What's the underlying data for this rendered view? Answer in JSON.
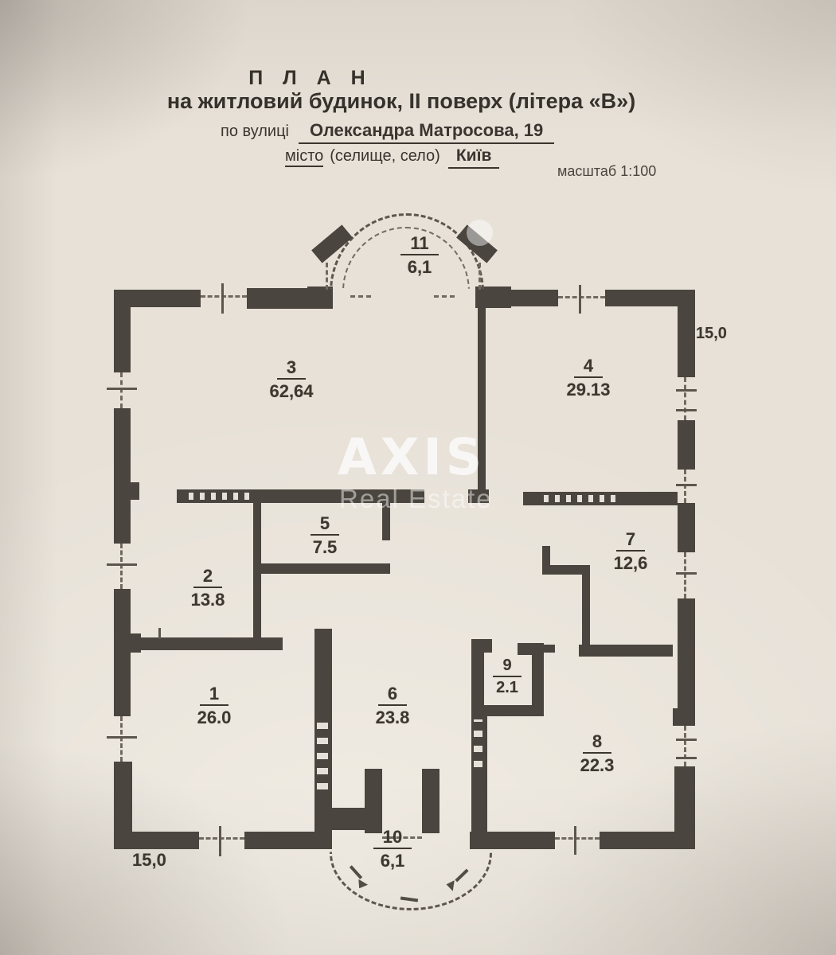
{
  "header": {
    "title": "П Л А Н",
    "subtitle": "на житловий будинок, ІІ поверх (літера «В»)",
    "street_label": "по вулиці",
    "street_value": "Олександра Матросова, 19",
    "city_label": "місто",
    "city_hint": "(селище, село)",
    "city_value": "Київ",
    "scale": "масштаб 1:100"
  },
  "watermark": {
    "brand": "AXIS",
    "tagline": "Real Estate"
  },
  "rooms": {
    "r1": {
      "num": "1",
      "area": "26.0"
    },
    "r2": {
      "num": "2",
      "area": "13.8"
    },
    "r3": {
      "num": "3",
      "area": "62,64"
    },
    "r4": {
      "num": "4",
      "area": "29.13"
    },
    "r5": {
      "num": "5",
      "area": "7.5"
    },
    "r6": {
      "num": "6",
      "area": "23.8"
    },
    "r7": {
      "num": "7",
      "area": "12,6"
    },
    "r8": {
      "num": "8",
      "area": "22.3"
    },
    "r9": {
      "num": "9",
      "area": "2.1"
    },
    "r10": {
      "num": "10",
      "area": "6,1"
    },
    "r11": {
      "num": "11",
      "area": "6,1"
    }
  },
  "dimensions": {
    "right": "15,0",
    "bottom_left": "15,0"
  },
  "colors": {
    "paper": "#e7e1d8",
    "wall": "#4a453e",
    "ink": "#35312c"
  }
}
